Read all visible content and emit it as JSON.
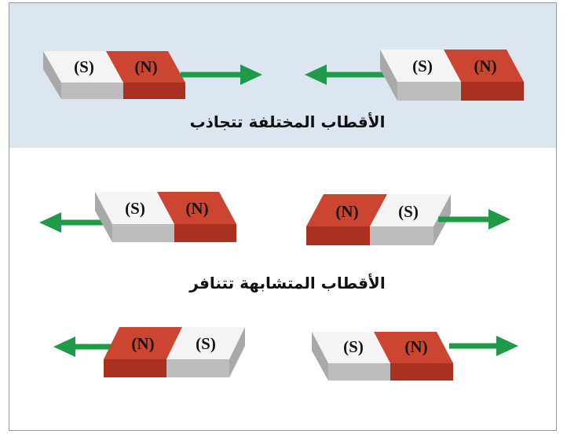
{
  "labels": {
    "south": "(S)",
    "north": "(N)"
  },
  "captions": {
    "attract": "الأقطاب المختلفة تتجاذب",
    "repel": "الأقطاب المتشابهة تتنافر"
  },
  "colors": {
    "north": "#c8412b",
    "south": "#e7e7e7",
    "arrow": "#1f9a49",
    "band": "#dce6f1"
  }
}
